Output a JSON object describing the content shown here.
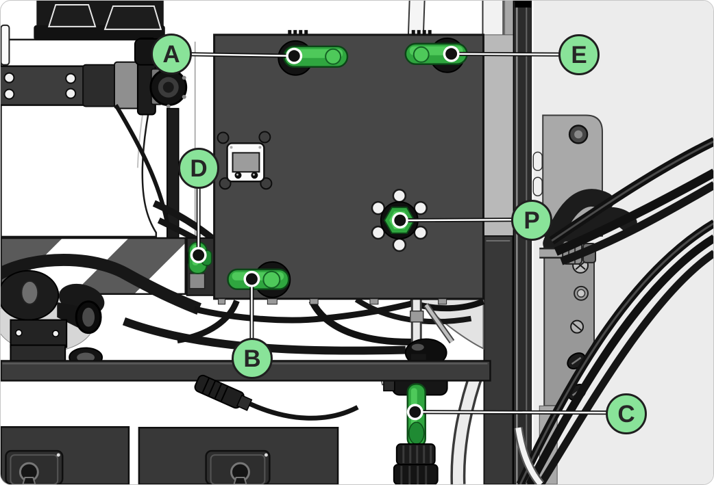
{
  "figure": {
    "type": "technical-parts-illustration",
    "callouts": [
      {
        "label": "A",
        "target": "valve-a-handle"
      },
      {
        "label": "E",
        "target": "valve-e-handle"
      },
      {
        "label": "D",
        "target": "valve-d-handle"
      },
      {
        "label": "P",
        "target": "pressure-knob"
      },
      {
        "label": "B",
        "target": "valve-b-handle"
      },
      {
        "label": "C",
        "target": "valve-c-handle"
      }
    ]
  },
  "colors": {
    "callout_fill": "#89E399",
    "callout_border": "#1F1F1F",
    "callout_text": "#262626",
    "valve_green": "#2FA63F",
    "valve_green_light": "#4EC95A",
    "valve_green_dark": "#1F8A33",
    "panel_dark": "#474747",
    "wall_gray": "#ECECEC",
    "leader_line": "#FFFFFF"
  }
}
